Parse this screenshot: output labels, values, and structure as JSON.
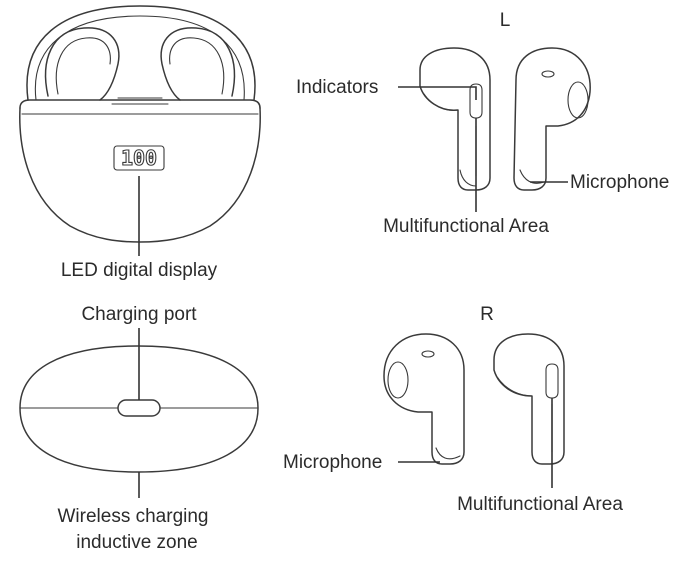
{
  "labels": {
    "left_side": "L",
    "right_side": "R",
    "indicators": "Indicators",
    "microphone_left": "Microphone",
    "multifunctional_area_left": "Multifunctional Area",
    "led_display": "LED digital display",
    "charging_port": "Charging port",
    "microphone_right": "Microphone",
    "multifunctional_area_right": "Multifunctional Area",
    "wireless_line1": "Wireless charging",
    "wireless_line2": "inductive zone"
  },
  "led_readout": "100",
  "colors": {
    "ink": "#3a3a3a",
    "text": "#2b2b2b",
    "background": "#ffffff"
  }
}
